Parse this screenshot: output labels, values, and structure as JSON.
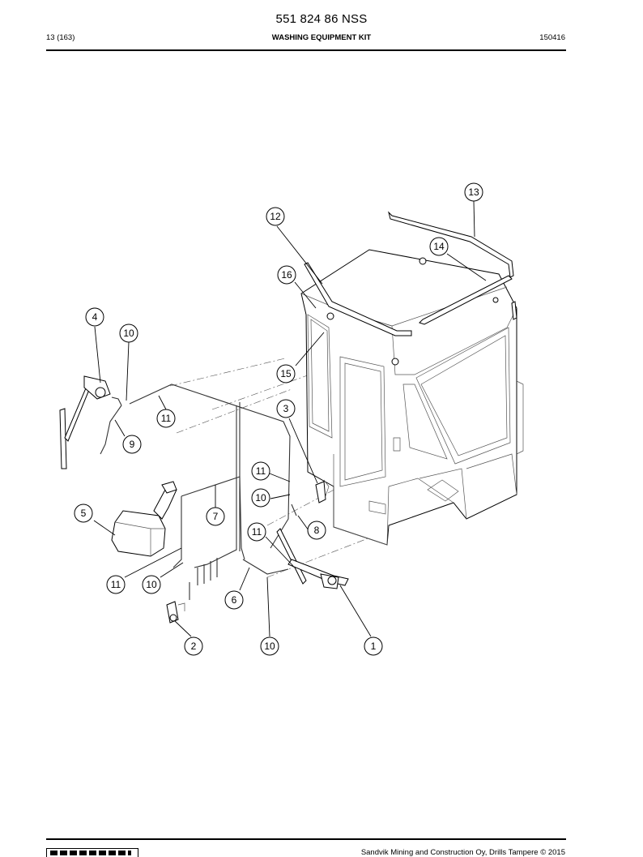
{
  "document": {
    "part_number": "551 824 86 NSS",
    "page": "13 (163)",
    "title": "WASHING EQUIPMENT KIT",
    "date_code": "150416"
  },
  "footer": {
    "copyright": "Sandvik Mining and Construction Oy, Drills Tampere © 2015"
  },
  "callouts": [
    "13",
    "12",
    "14",
    "16",
    "4",
    "10",
    "15",
    "3",
    "11",
    "9",
    "11",
    "10",
    "5",
    "7",
    "8",
    "11",
    "11",
    "10",
    "6",
    "2",
    "10",
    "1"
  ]
}
